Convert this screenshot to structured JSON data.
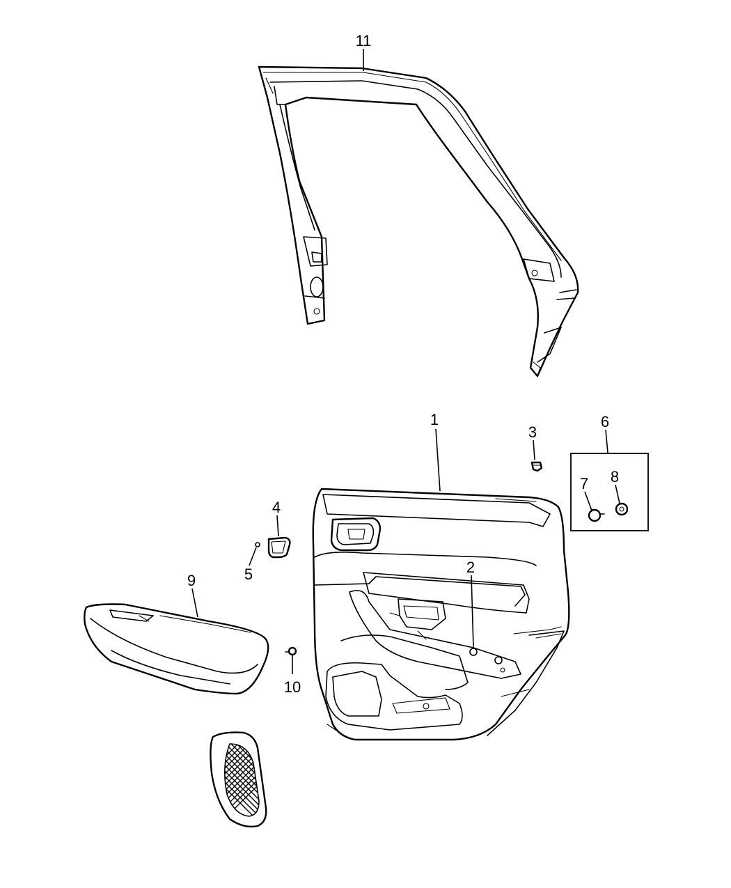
{
  "callouts": {
    "door_trim_panel": "1",
    "push_pin_screw": "2",
    "clip": "3",
    "bezel_small": "4",
    "screw_5": "5",
    "kit_box": "6",
    "fastener_7": "7",
    "nut_8": "8",
    "armrest": "9",
    "screw_10": "10",
    "upper_trim_frame": "11"
  },
  "colors": {
    "line": "#000000",
    "background": "#ffffff"
  }
}
